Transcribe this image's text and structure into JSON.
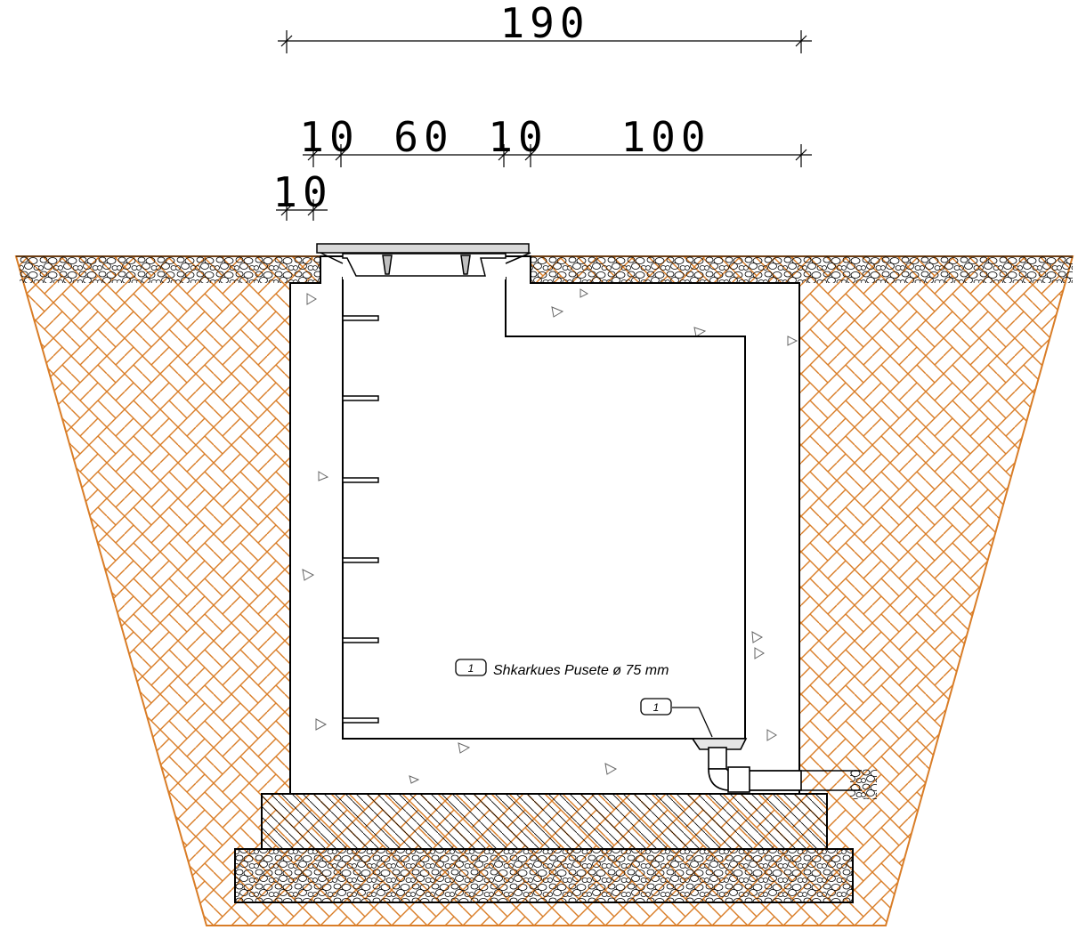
{
  "dimensions": {
    "overall": "190",
    "segment_1": "10",
    "segment_2": "60",
    "segment_3": "10",
    "segment_4": "100",
    "lower_left": "10"
  },
  "legend": {
    "tag": "1",
    "text": "Shkarkues Pusete ø 75 mm"
  },
  "callout_tag": "1",
  "colors": {
    "soil_hatch": "#d97d27",
    "line": "#000000",
    "background": "#ffffff"
  }
}
